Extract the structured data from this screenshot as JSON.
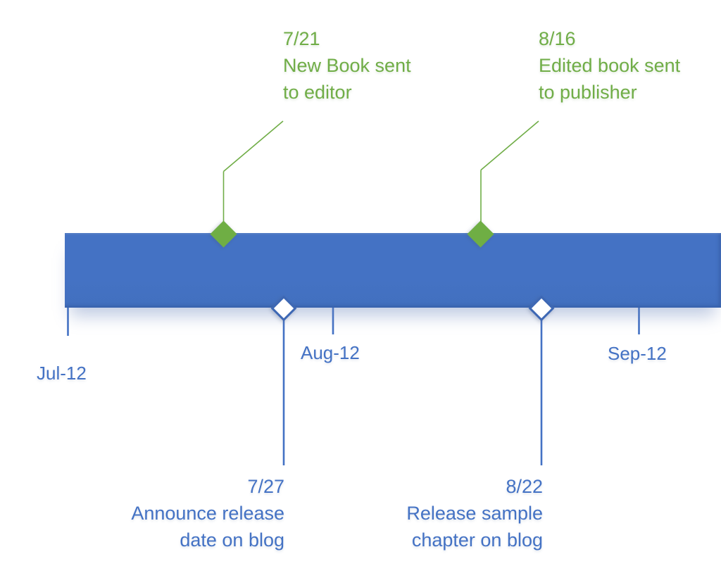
{
  "colors": {
    "bar_blue": "#4472C4",
    "line_blue": "#4472C4",
    "text_blue": "#4472C4",
    "accent_green": "#70AD47",
    "diamond_green": "#6FAE44",
    "diamond_border_blue": "#3E68B4"
  },
  "timeline": {
    "axis_months": [
      {
        "label": "Jul-12"
      },
      {
        "label": "Aug-12"
      },
      {
        "label": "Sep-12"
      }
    ],
    "milestones_above": [
      {
        "date": "7/21",
        "lines": [
          "New Book sent",
          "to editor"
        ]
      },
      {
        "date": "8/16",
        "lines": [
          "Edited book sent",
          "to publisher"
        ]
      }
    ],
    "milestones_below": [
      {
        "date": "7/27",
        "lines": [
          "Announce release",
          "date on blog"
        ]
      },
      {
        "date": "8/22",
        "lines": [
          "Release sample",
          "chapter on blog"
        ]
      }
    ]
  }
}
